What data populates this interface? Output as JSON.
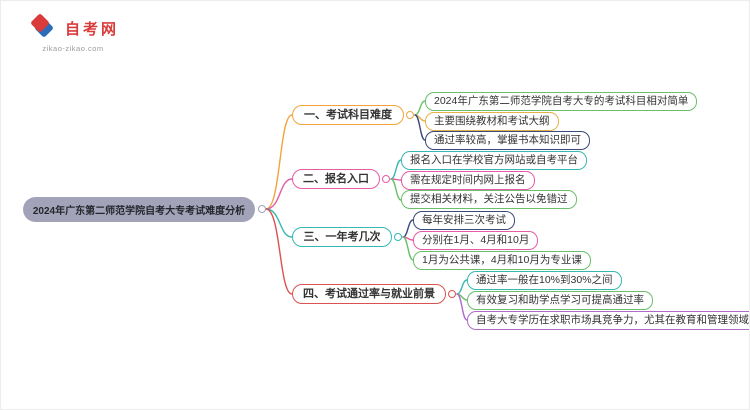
{
  "logo": {
    "title": "自考网",
    "domain": "zikao-zikao.com",
    "brand_red": "#d93a3a",
    "brand_blue": "#2b6cb8"
  },
  "mindmap": {
    "root": "2024年广东第二师范学院自考大专考试难度分析",
    "root_fill": "#a2a3b8",
    "branches": [
      {
        "label": "一、考试科目难度",
        "color": "#f2a33c",
        "leaves": [
          {
            "text": "2024年广东第二师范学院自考大专的考试科目相对简单",
            "color": "#6abf69"
          },
          {
            "text": "主要围绕教材和考试大纲",
            "color": "#e8b04a"
          },
          {
            "text": "通过率较高，掌握书本知识即可",
            "color": "#3a4a7a"
          }
        ]
      },
      {
        "label": "二、报名入口",
        "color": "#e75ba5",
        "leaves": [
          {
            "text": "报名入口在学校官方网站或自考平台",
            "color": "#35b8b2"
          },
          {
            "text": "需在规定时间内网上报名",
            "color": "#e75ba5"
          },
          {
            "text": "提交相关材料，关注公告以免错过",
            "color": "#6abf69"
          }
        ]
      },
      {
        "label": "三、一年考几次",
        "color": "#35b8b2",
        "leaves": [
          {
            "text": "每年安排三次考试",
            "color": "#3a4a7a"
          },
          {
            "text": "分别在1月、4月和10月",
            "color": "#e75ba5"
          },
          {
            "text": "1月为公共课，4月和10月为专业课",
            "color": "#6abf69"
          }
        ]
      },
      {
        "label": "四、考试通过率与就业前景",
        "color": "#d9534f",
        "leaves": [
          {
            "text": "通过率一般在10%到30%之间",
            "color": "#35b8b2"
          },
          {
            "text": "有效复习和助学点学习可提高通过率",
            "color": "#6abf69"
          },
          {
            "text": "自考大专学历在求职市场具竞争力，尤其在教育和管理领域",
            "color": "#b06bc9"
          }
        ]
      }
    ]
  }
}
